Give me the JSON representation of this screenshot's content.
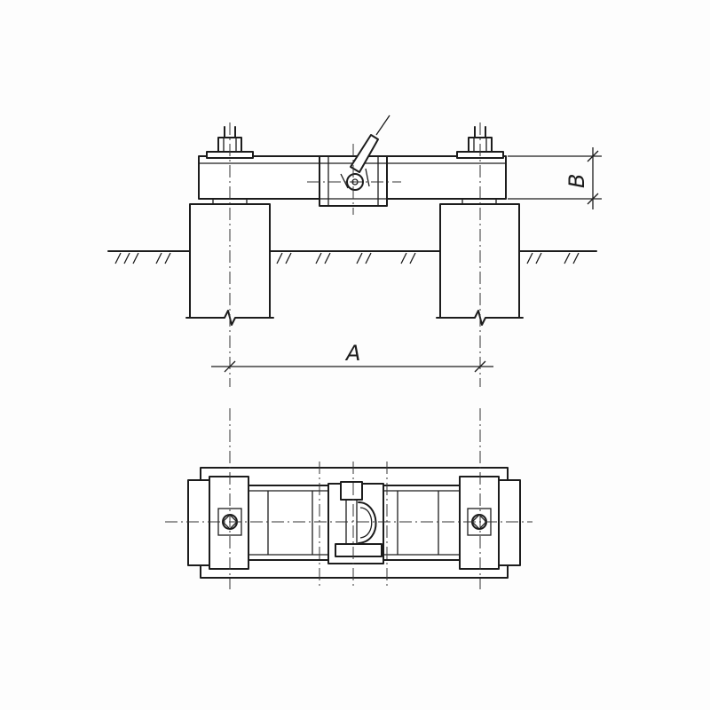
{
  "figure": {
    "elevation_view": "side-elevation",
    "plan_view": "top-plan"
  },
  "dimensions": {
    "a_label": "A",
    "b_label": "B"
  },
  "icons": {
    "ground": "ground-hatch-icon",
    "bolt": "anchor-bolt-icon",
    "clamp": "clamp-bracket-icon"
  }
}
